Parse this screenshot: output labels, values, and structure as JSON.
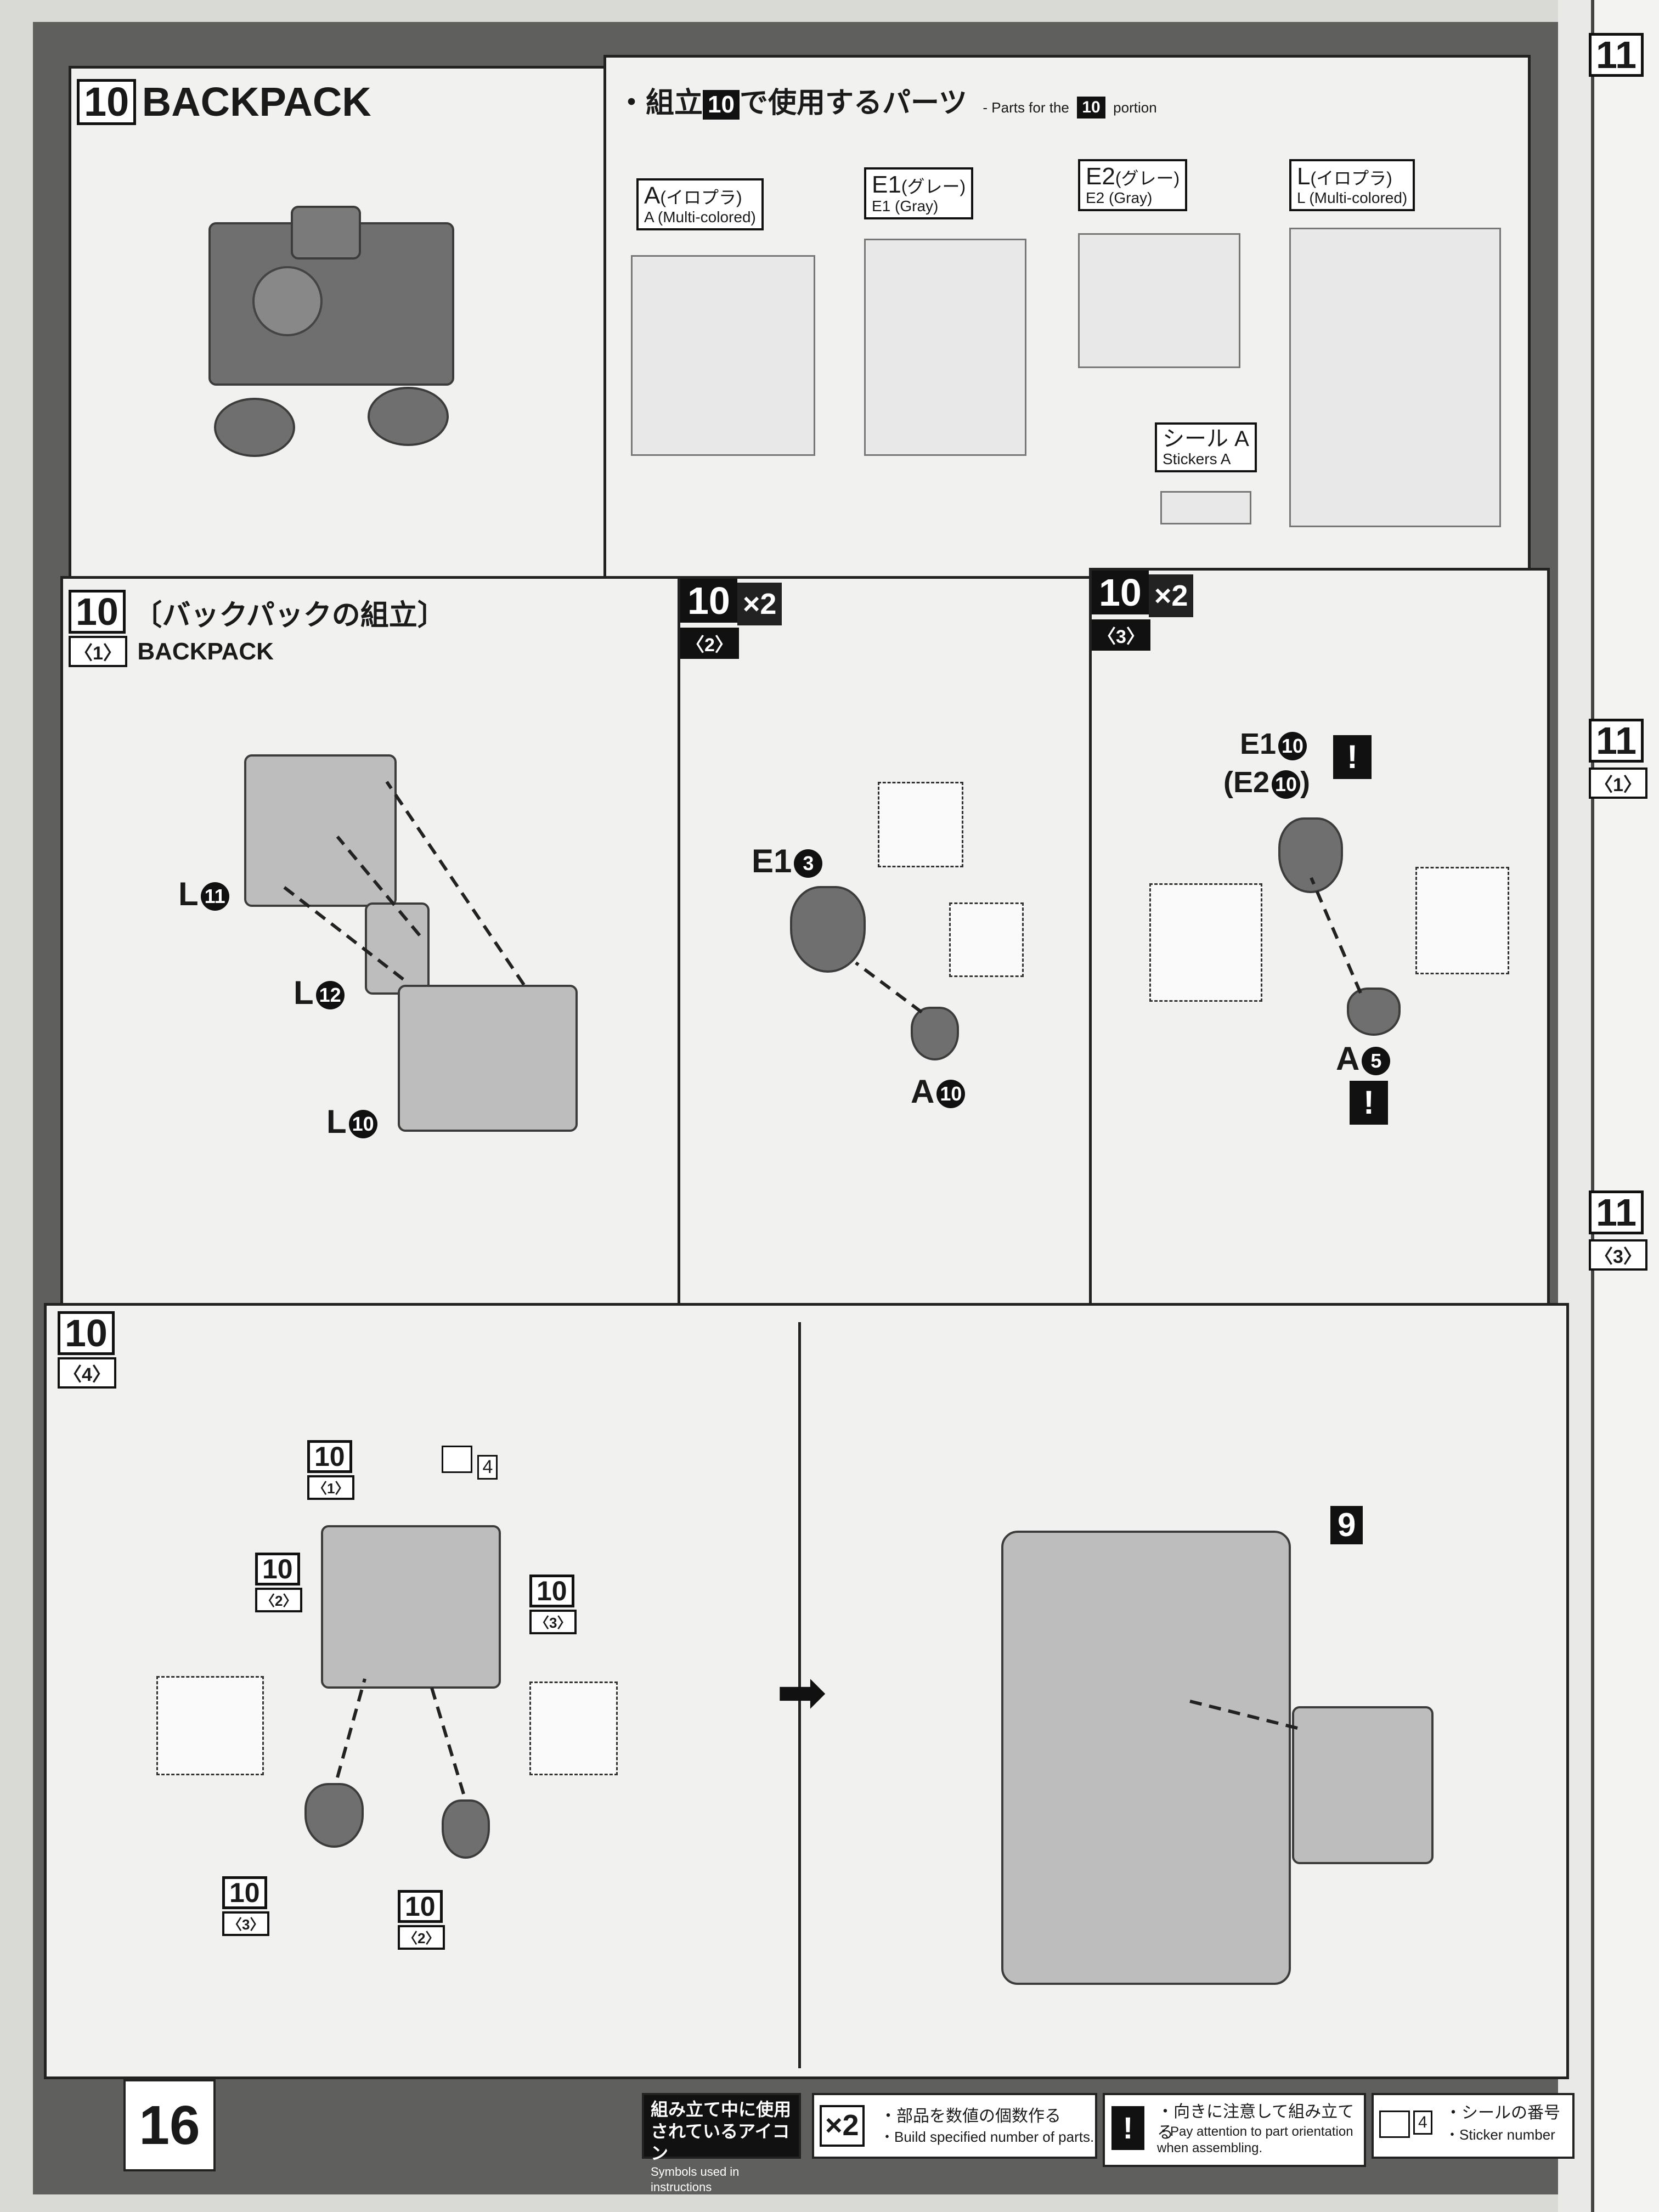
{
  "page_number": "16",
  "header": {
    "step": "10",
    "title": "BACKPACK",
    "parts_heading_jp": "・組立",
    "parts_heading_jp2": "で使用するパーツ",
    "parts_heading_step": "10",
    "parts_heading_en": "- Parts for the",
    "parts_heading_en2": "portion"
  },
  "runners": [
    {
      "code": "A",
      "jp": "(イロプラ)",
      "en": "A (Multi-colored)"
    },
    {
      "code": "E1",
      "jp": "(グレー)",
      "en": "E1 (Gray)"
    },
    {
      "code": "E2",
      "jp": "(グレー)",
      "en": "E2 (Gray)"
    },
    {
      "code": "L",
      "jp": "(イロプラ)",
      "en": "L (Multi-colored)"
    }
  ],
  "stickers": {
    "jp": "シール A",
    "en": "Stickers A"
  },
  "steps": {
    "s1": {
      "no": "10",
      "sub": "〈1〉",
      "title_jp": "〔バックパックの組立〕",
      "title_en": "BACKPACK",
      "parts": [
        "L",
        "L",
        "L"
      ],
      "part_nums": [
        "11",
        "12",
        "10"
      ]
    },
    "s2": {
      "no": "10",
      "sub": "〈2〉",
      "mult": "×2",
      "parts": [
        "E1",
        "A"
      ],
      "part_nums": [
        "3",
        "10"
      ]
    },
    "s3": {
      "no": "10",
      "sub": "〈3〉",
      "mult": "×2",
      "part_top": "E1",
      "part_top_num": "10",
      "part_alt": "(E2",
      "part_alt_num": "10",
      "part_alt_close": ")",
      "part_bottom": "A",
      "part_bottom_num": "5",
      "warn": "!"
    },
    "s4": {
      "no": "10",
      "sub": "〈4〉",
      "sticker_num": "4",
      "callouts": [
        {
          "no": "10",
          "sub": "〈1〉"
        },
        {
          "no": "10",
          "sub": "〈2〉"
        },
        {
          "no": "10",
          "sub": "〈3〉"
        },
        {
          "no": "10",
          "sub": "〈3〉"
        },
        {
          "no": "10",
          "sub": "〈2〉"
        }
      ]
    },
    "s5": {
      "callout": "9",
      "arrow": "➡"
    }
  },
  "footer": {
    "icons_jp": "組み立て中に使用されているアイコン",
    "icons_en": "Symbols used in instructions",
    "x2_icon": "×2",
    "x2_jp": "・部品を数値の個数作る",
    "x2_en": "・Build specified number of parts.",
    "warn_icon": "!",
    "warn_jp": "・向きに注意して組み立てる",
    "warn_en": "・Pay attention to part orientation when assembling.",
    "sticker_icon_num": "4",
    "sticker_jp": "・シールの番号",
    "sticker_en": "・Sticker number"
  },
  "edge_labels": {
    "top": "11",
    "mid1": "11",
    "mid1_sub": "〈1〉",
    "mid2": "11",
    "mid2_sub": "〈3〉"
  }
}
